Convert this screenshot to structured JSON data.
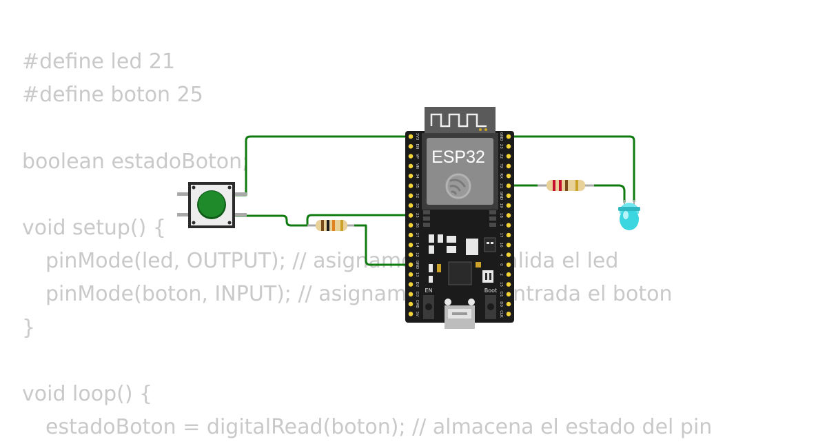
{
  "code": {
    "lines": [
      "#define led 21",
      "#define boton 25",
      "",
      "boolean estadoBoton;",
      "",
      "void setup() {",
      "pinMode(led, OUTPUT); // asignamos como salida el led",
      "pinMode(boton, INPUT); // asignamos como entrada el boton",
      "}",
      "",
      "void loop() {",
      "estadoBoton = digitalRead(boton); // almacena el estado del pin"
    ],
    "indented": [
      6,
      7,
      11
    ]
  },
  "board": {
    "module_label": "ESP32",
    "en_label": "EN",
    "boot_label": "Boot",
    "left_pins": [
      "3V3",
      "EN",
      "VP",
      "VN",
      "34",
      "35",
      "32",
      "33",
      "25",
      "26",
      "27",
      "14",
      "12",
      "GND",
      "13",
      "D2",
      "D3",
      "CMD",
      "5V"
    ],
    "right_pins": [
      "GND",
      "23",
      "22",
      "TX",
      "RX",
      "21",
      "GND",
      "19",
      "18",
      "5",
      "17",
      "16",
      "4",
      "0",
      "2",
      "15",
      "D1",
      "D0",
      "CLK"
    ]
  },
  "colors": {
    "wire": "#0f7a0f",
    "board": "#1b1b1b",
    "pin": "#f2d33a",
    "button_cap": "#1f8a2a",
    "led": "#3cd6e0",
    "code_text": "#c9c9c9"
  },
  "icons": {
    "espressif_logo": "espressif-logo-icon",
    "antenna": "pcb-antenna-icon"
  }
}
